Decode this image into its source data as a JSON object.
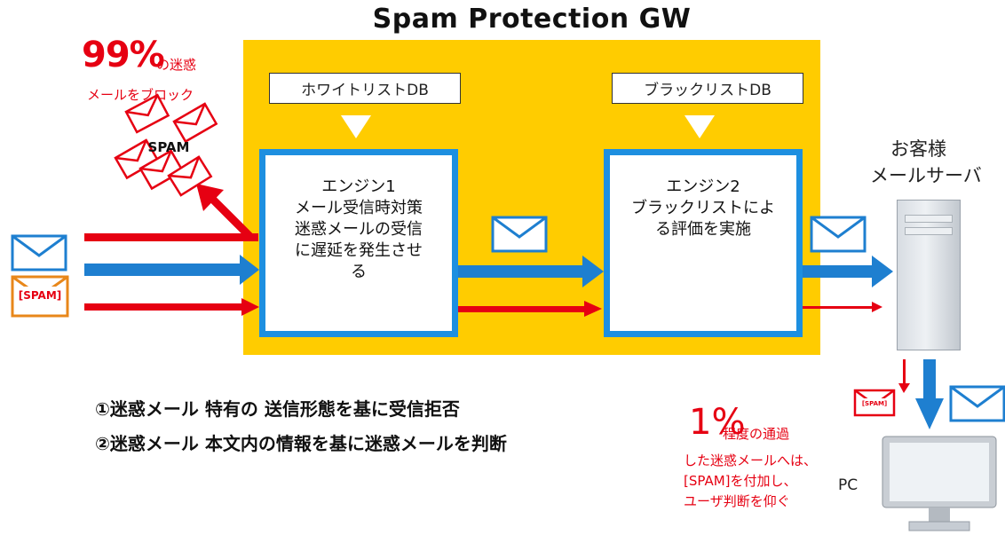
{
  "title": "Spam Protection GW",
  "whitelist_db": "ホワイトリストDB",
  "blacklist_db": "ブラックリストDB",
  "engine1": {
    "line1": "エンジン1",
    "line2": "メール受信時対策",
    "line3": "迷惑メールの受信",
    "line4": "に遅延を発生させ",
    "line5": "る"
  },
  "engine2": {
    "line1": "エンジン2",
    "line2": "ブラックリストによ",
    "line3": "る評価を実施"
  },
  "block_note": {
    "percent": "99%",
    "suffix": "の迷惑",
    "line2": "メールをブロック"
  },
  "spam_label": "SPAM",
  "spam_tag": "[SPAM]",
  "server_label": {
    "line1": "お客様",
    "line2": "メールサーバ"
  },
  "notes": [
    "①迷惑メール 特有の 送信形態を基に受信拒否",
    "②迷惑メール 本文内の情報を基に迷惑メールを判断"
  ],
  "pass_note": {
    "percent": "1%",
    "suffix": "程度の通過",
    "line2": "した迷惑メールへは、",
    "line3": "[SPAM]を付加し、",
    "line4": "ユーザ判断を仰ぐ"
  },
  "pc_label": "PC",
  "colors": {
    "gateway": "#FFCC00",
    "engine_border": "#1D8FE0",
    "red": "#E60012",
    "blue_arrow": "#1E7FD0"
  }
}
